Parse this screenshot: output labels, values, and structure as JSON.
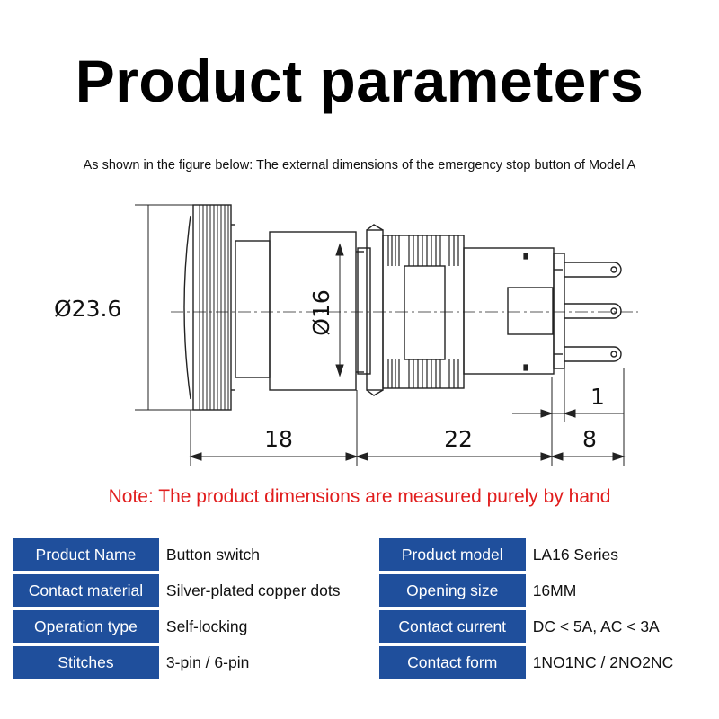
{
  "title": "Product parameters",
  "subtitle": "As shown in the figure below: The external dimensions of the emergency stop button of Model A",
  "drawing": {
    "dim_diameter_outer": "Ø23.6",
    "dim_diameter_body": "Ø16",
    "dim_length_a": "18",
    "dim_length_b": "22",
    "dim_length_c": "8",
    "dim_pin_thickness": "1"
  },
  "note": "Note: The product dimensions are measured purely by hand",
  "specs": [
    {
      "label_left": "Product Name",
      "value_left": "Button switch",
      "label_right": "Product model",
      "value_right": "LA16 Series"
    },
    {
      "label_left": "Contact material",
      "value_left": "Silver-plated copper dots",
      "label_right": "Opening size",
      "value_right": "16MM"
    },
    {
      "label_left": "Operation type",
      "value_left": "Self-locking",
      "label_right": "Contact current",
      "value_right": "DC < 5A, AC < 3A"
    },
    {
      "label_left": "Stitches",
      "value_left": "3-pin / 6-pin",
      "label_right": "Contact form",
      "value_right": "1NO1NC / 2NO2NC"
    }
  ],
  "colors": {
    "label_bg": "#1f4f9c",
    "note_text": "#e11d1d"
  }
}
